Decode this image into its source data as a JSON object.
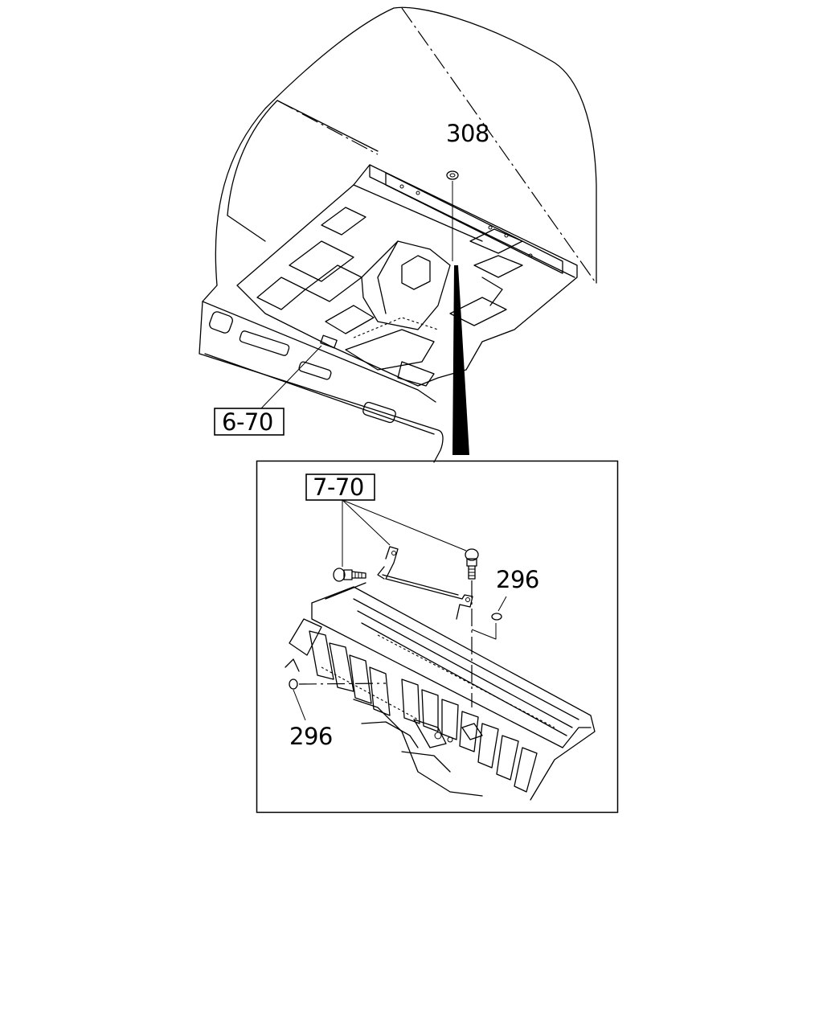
{
  "callouts": {
    "part_308": "308",
    "ref_6_70": "6-70",
    "ref_7_70": "7-70",
    "part_296_right": "296",
    "part_296_left": "296"
  }
}
